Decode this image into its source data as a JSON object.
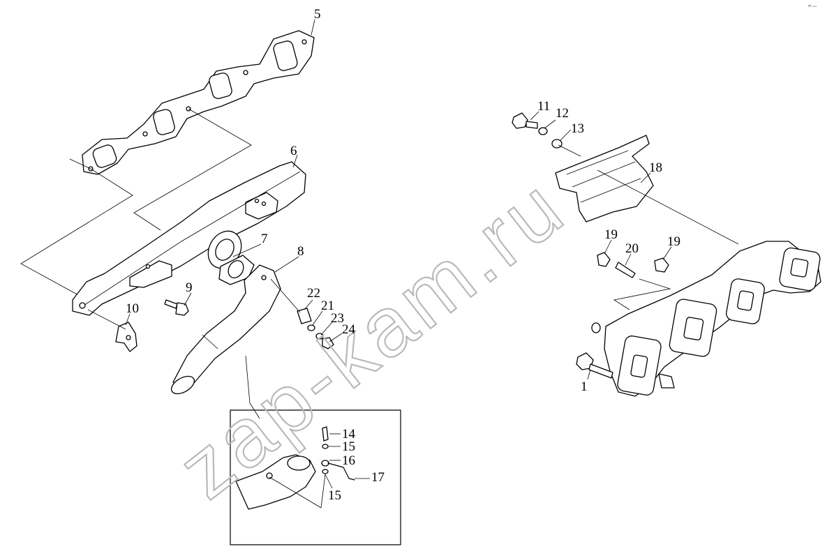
{
  "watermark": "zap-kam.ru",
  "corner_mark": "ᵃᵇ ▫▫▫",
  "callouts": {
    "c1": "1",
    "c5": "5",
    "c6": "6",
    "c7": "7",
    "c8": "8",
    "c9": "9",
    "c10": "10",
    "c11": "11",
    "c12": "12",
    "c13": "13",
    "c14": "14",
    "c15a": "15",
    "c15b": "15",
    "c16": "16",
    "c17": "17",
    "c18": "18",
    "c19a": "19",
    "c19b": "19",
    "c20": "20",
    "c21": "21",
    "c22": "22",
    "c23": "23",
    "c24": "24"
  }
}
